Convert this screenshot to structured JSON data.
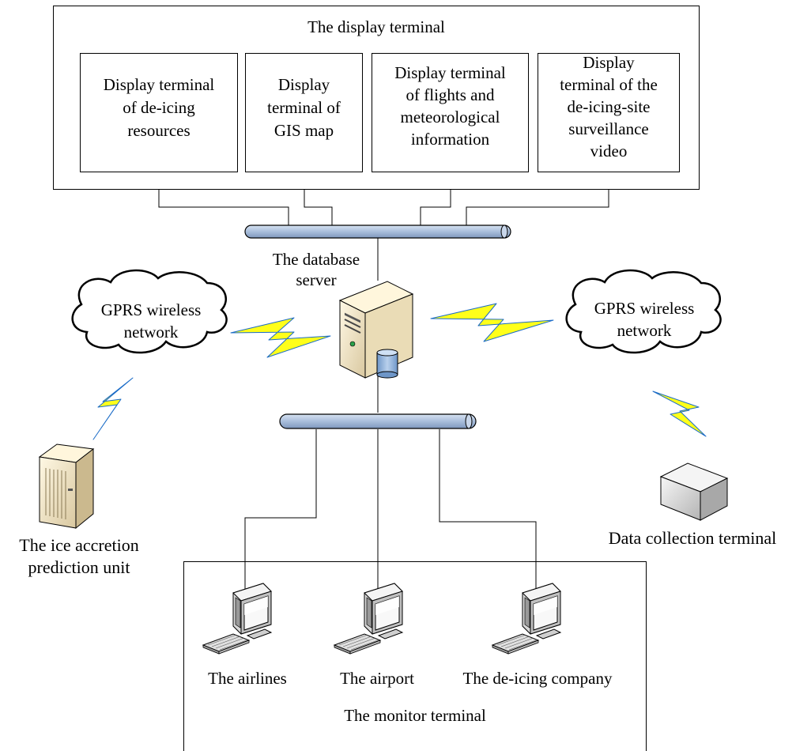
{
  "display_terminal": {
    "title": "The display terminal",
    "modules": [
      {
        "line1": "Display terminal",
        "line2": "of de-icing",
        "line3": "resources",
        "line4": "",
        "line5": ""
      },
      {
        "line1": "Display",
        "line2": "terminal of",
        "line3": "GIS map",
        "line4": "",
        "line5": ""
      },
      {
        "line1": "Display terminal",
        "line2": "of flights and",
        "line3": "meteorological",
        "line4": "information",
        "line5": ""
      },
      {
        "line1": "Display",
        "line2": "terminal of the",
        "line3": "de-icing-site",
        "line4": "surveillance",
        "line5": "video"
      }
    ]
  },
  "database_server": {
    "line1": "The database",
    "line2": "server"
  },
  "gprs_left": {
    "line1": "GPRS wireless",
    "line2": "network"
  },
  "gprs_right": {
    "line1": "GPRS wireless",
    "line2": "network"
  },
  "ice_unit": {
    "line1": "The ice accretion",
    "line2": "prediction unit"
  },
  "data_collection": {
    "label": "Data collection terminal"
  },
  "monitor_terminal": {
    "title": "The monitor terminal",
    "clients": [
      "The airlines",
      "The airport",
      "The de-icing company"
    ]
  },
  "colors": {
    "bus": "#a9bedb",
    "lightning": "#ffff1a",
    "server_body": "#f0e4c0",
    "db": "#8fb2dc"
  }
}
